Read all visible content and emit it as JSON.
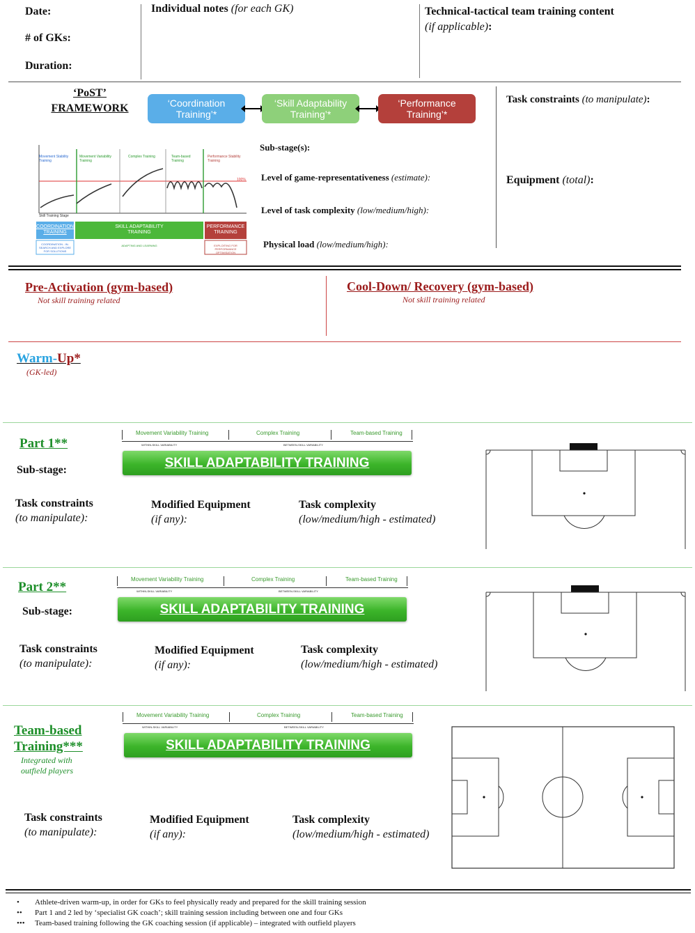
{
  "header": {
    "date": "Date:",
    "gks": "# of GKs:",
    "duration": "Duration:",
    "notes_bold": "Individual notes",
    "notes_italic": "(for each GK)",
    "tech_bold": "Technical-tactical team training content",
    "tech_italic": "(if applicable)",
    "tech_colon": ":"
  },
  "framework": {
    "title_line1": "‘PoST’",
    "title_line2": "FRAMEWORK",
    "boxes": [
      {
        "line1": "‘Coordination",
        "line2": "Training’*",
        "color": "#5aaee8"
      },
      {
        "line1": "‘Skill Adaptability",
        "line2": "Training’*",
        "color": "#8ed07a"
      },
      {
        "line1": "‘Performance",
        "line2": "Training’*",
        "color": "#b4403b"
      }
    ],
    "fields": [
      {
        "bold": "Sub-stage(s):",
        "italic": ""
      },
      {
        "bold": "Level of game-representativeness",
        "italic": "(estimate):"
      },
      {
        "bold": "Level of task complexity",
        "italic": "(low/medium/high):"
      },
      {
        "bold": "Physical load",
        "italic": "(low/medium/high):"
      }
    ],
    "task_constraints_bold": "Task constraints",
    "task_constraints_italic": "(to manipulate)",
    "task_constraints_colon": ":",
    "equipment_bold": "Equipment",
    "equipment_italic": "(total)",
    "equipment_colon": ":",
    "mini_chart": {
      "stages": [
        "Movement Stability Training",
        "Movement Variability Training",
        "Complex Training",
        "Team-based Training",
        "Performance Stability Training"
      ],
      "bottom_labels": [
        "COORDINATION TRAINING",
        "SKILL ADAPTABILITY TRAINING",
        "PERFORMANCE TRAINING"
      ],
      "sub_labels": [
        "COORDINATION - IN-SEARCH AND EXPLORE FOR SOLUTIONS",
        "ADAPTING AND LEARNING",
        "EXPLOITING FOR PERFORMANCE OPTIMISATION"
      ],
      "axis_label": "Skill Training Stage",
      "level_label": "100%"
    }
  },
  "pre_activation": {
    "title": "Pre-Activation (gym-based)",
    "subtitle": "Not skill training related"
  },
  "cool_down": {
    "title": "Cool-Down/ Recovery (gym-based)",
    "subtitle": "Not skill training related"
  },
  "warm_up": {
    "title_a": "Warm-",
    "title_b": "Up*",
    "subtitle": "(GK-led)"
  },
  "scale": {
    "movement": "Movement Variability Training",
    "complex": "Complex Training",
    "team": "Team-based Training",
    "within": "WITHIN-SKILL VARIABILITY",
    "between": "BETWEEN-SKILL VARIABILITY",
    "bar": "SKILL ADAPTABILITY TRAINING"
  },
  "part1": {
    "title": "Part 1**",
    "sub_stage": "Sub-stage:",
    "tc_bold": "Task constraints",
    "tc_italic": "(to manipulate):",
    "me_bold": "Modified Equipment",
    "me_italic": "(if any):",
    "cx_bold": "Task complexity",
    "cx_italic": "(low/medium/high - estimated)"
  },
  "part2": {
    "title": "Part 2**",
    "sub_stage": "Sub-stage:",
    "tc_bold": "Task constraints",
    "tc_italic": "(to manipulate):",
    "me_bold": "Modified Equipment",
    "me_italic": "(if any):",
    "cx_bold": "Task complexity",
    "cx_italic": "(low/medium/high - estimated)"
  },
  "team": {
    "title_line1": "Team-based",
    "title_line2": "Training***",
    "sub_line1": "Integrated with",
    "sub_line2": "outfield players",
    "tc_bold": "Task constraints",
    "tc_italic": "(to manipulate):",
    "me_bold": "Modified Equipment",
    "me_italic": "(if any):",
    "cx_bold": "Task complexity",
    "cx_italic": "(low/medium/high - estimated)"
  },
  "footnotes": [
    {
      "mark": "•",
      "text": "Athlete-driven warm-up, in order for GKs to feel physically ready and prepared for the skill training session"
    },
    {
      "mark": "••",
      "text": "Part 1 and 2 led by ‘specialist GK coach’; skill training session including between one and four GKs"
    },
    {
      "mark": "•••",
      "text": "Team-based training following the GK coaching session (if applicable) – integrated with outfield players"
    }
  ]
}
